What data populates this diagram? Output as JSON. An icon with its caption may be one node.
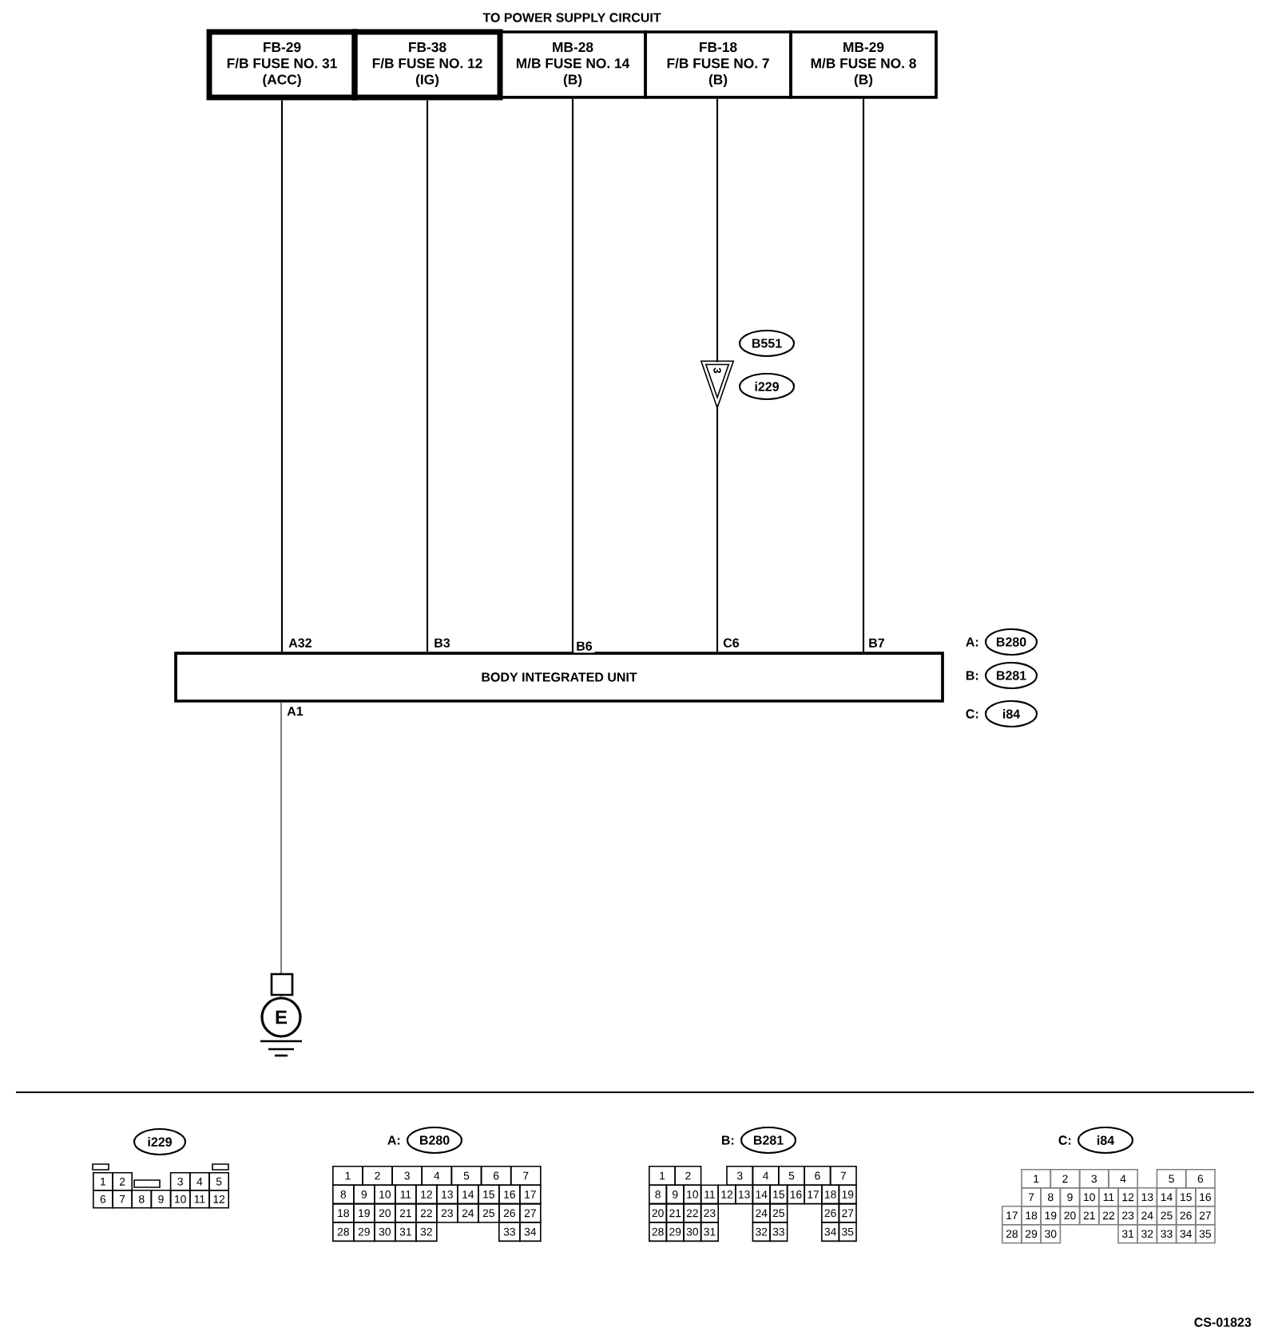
{
  "diagram": {
    "nodes": [
      {
        "text": [
          "FB-29",
          "F/B FUSE NO. 31",
          "(ACC)"
        ]
      },
      {
        "text": [
          "FB-38",
          "F/B FUSE NO. 12",
          "(IG)"
        ]
      },
      {
        "text": [
          "MB-28",
          "M/B FUSE NO. 14",
          "(B)"
        ]
      },
      {
        "text": [
          "FB-18",
          "F/B FUSE NO. 7",
          "(B)"
        ]
      },
      {
        "text": [
          "MB-29",
          "M/B FUSE NO. 8",
          "(B)"
        ]
      },
      {
        "text": [
          "3"
        ]
      },
      {
        "text": [
          "B551"
        ]
      },
      {
        "text": [
          "i229"
        ]
      },
      {
        "text": [
          "BODY INTEGRATED UNIT"
        ]
      },
      {
        "text": [
          "B280"
        ],
        "beside": [
          "A:"
        ]
      },
      {
        "text": [
          "B281"
        ],
        "beside": [
          "B:"
        ]
      },
      {
        "text": [
          "i84"
        ],
        "beside": [
          "C:"
        ]
      },
      {
        "text": [
          "E"
        ]
      },
      {
        "text": [
          "i229"
        ]
      },
      {
        "text": [
          "B280"
        ],
        "beside": [
          "A:"
        ]
      },
      {
        "text": [
          "B281"
        ],
        "beside": [
          "B:"
        ]
      },
      {
        "text": [
          "i84"
        ],
        "beside": [
          "C:"
        ]
      }
    ],
    "edges": [
      {
        "from": 0,
        "to": 8,
        "arrow": "none",
        "label": "A32"
      },
      {
        "from": 1,
        "to": 8,
        "arrow": "none",
        "label": "B3"
      },
      {
        "from": 2,
        "to": 8,
        "arrow": "none",
        "label": "B6"
      },
      {
        "from": 3,
        "to": 5,
        "arrow": "none"
      },
      {
        "from": 5,
        "to": 8,
        "arrow": "none",
        "label": "C6"
      },
      {
        "from": 4,
        "to": 8,
        "arrow": "none",
        "label": "B7"
      },
      {
        "from": 8,
        "to": 12,
        "arrow": "none",
        "label": "A1",
        "color": "#808080"
      }
    ],
    "labels": [
      "TO POWER SUPPLY CIRCUIT",
      "1",
      "2",
      "3",
      "4",
      "5",
      "6",
      "7",
      "8",
      "9",
      "10",
      "11",
      "12",
      "1",
      "2",
      "3",
      "4",
      "5",
      "6",
      "7",
      "8",
      "9",
      "10",
      "11",
      "12",
      "13",
      "14",
      "15",
      "16",
      "17",
      "18",
      "19",
      "20",
      "21",
      "22",
      "23",
      "24",
      "25",
      "26",
      "27",
      "28",
      "29",
      "30",
      "31",
      "32",
      "33",
      "34",
      "1",
      "2",
      "3",
      "4",
      "5",
      "6",
      "7",
      "8",
      "9",
      "10",
      "11",
      "12",
      "13",
      "14",
      "15",
      "16",
      "17",
      "18",
      "19",
      "20",
      "21",
      "22",
      "23",
      "24",
      "25",
      "26",
      "27",
      "28",
      "29",
      "30",
      "31",
      "32",
      "33",
      "34",
      "35",
      "1",
      "2",
      "3",
      "4",
      "5",
      "6",
      "7",
      "8",
      "9",
      "10",
      "11",
      "12",
      "13",
      "14",
      "15",
      "16",
      "17",
      "18",
      "19",
      "20",
      "21",
      "22",
      "23",
      "24",
      "25",
      "26",
      "27",
      "28",
      "29",
      "30",
      "31",
      "32",
      "33",
      "34",
      "35",
      "CS-01823"
    ]
  }
}
